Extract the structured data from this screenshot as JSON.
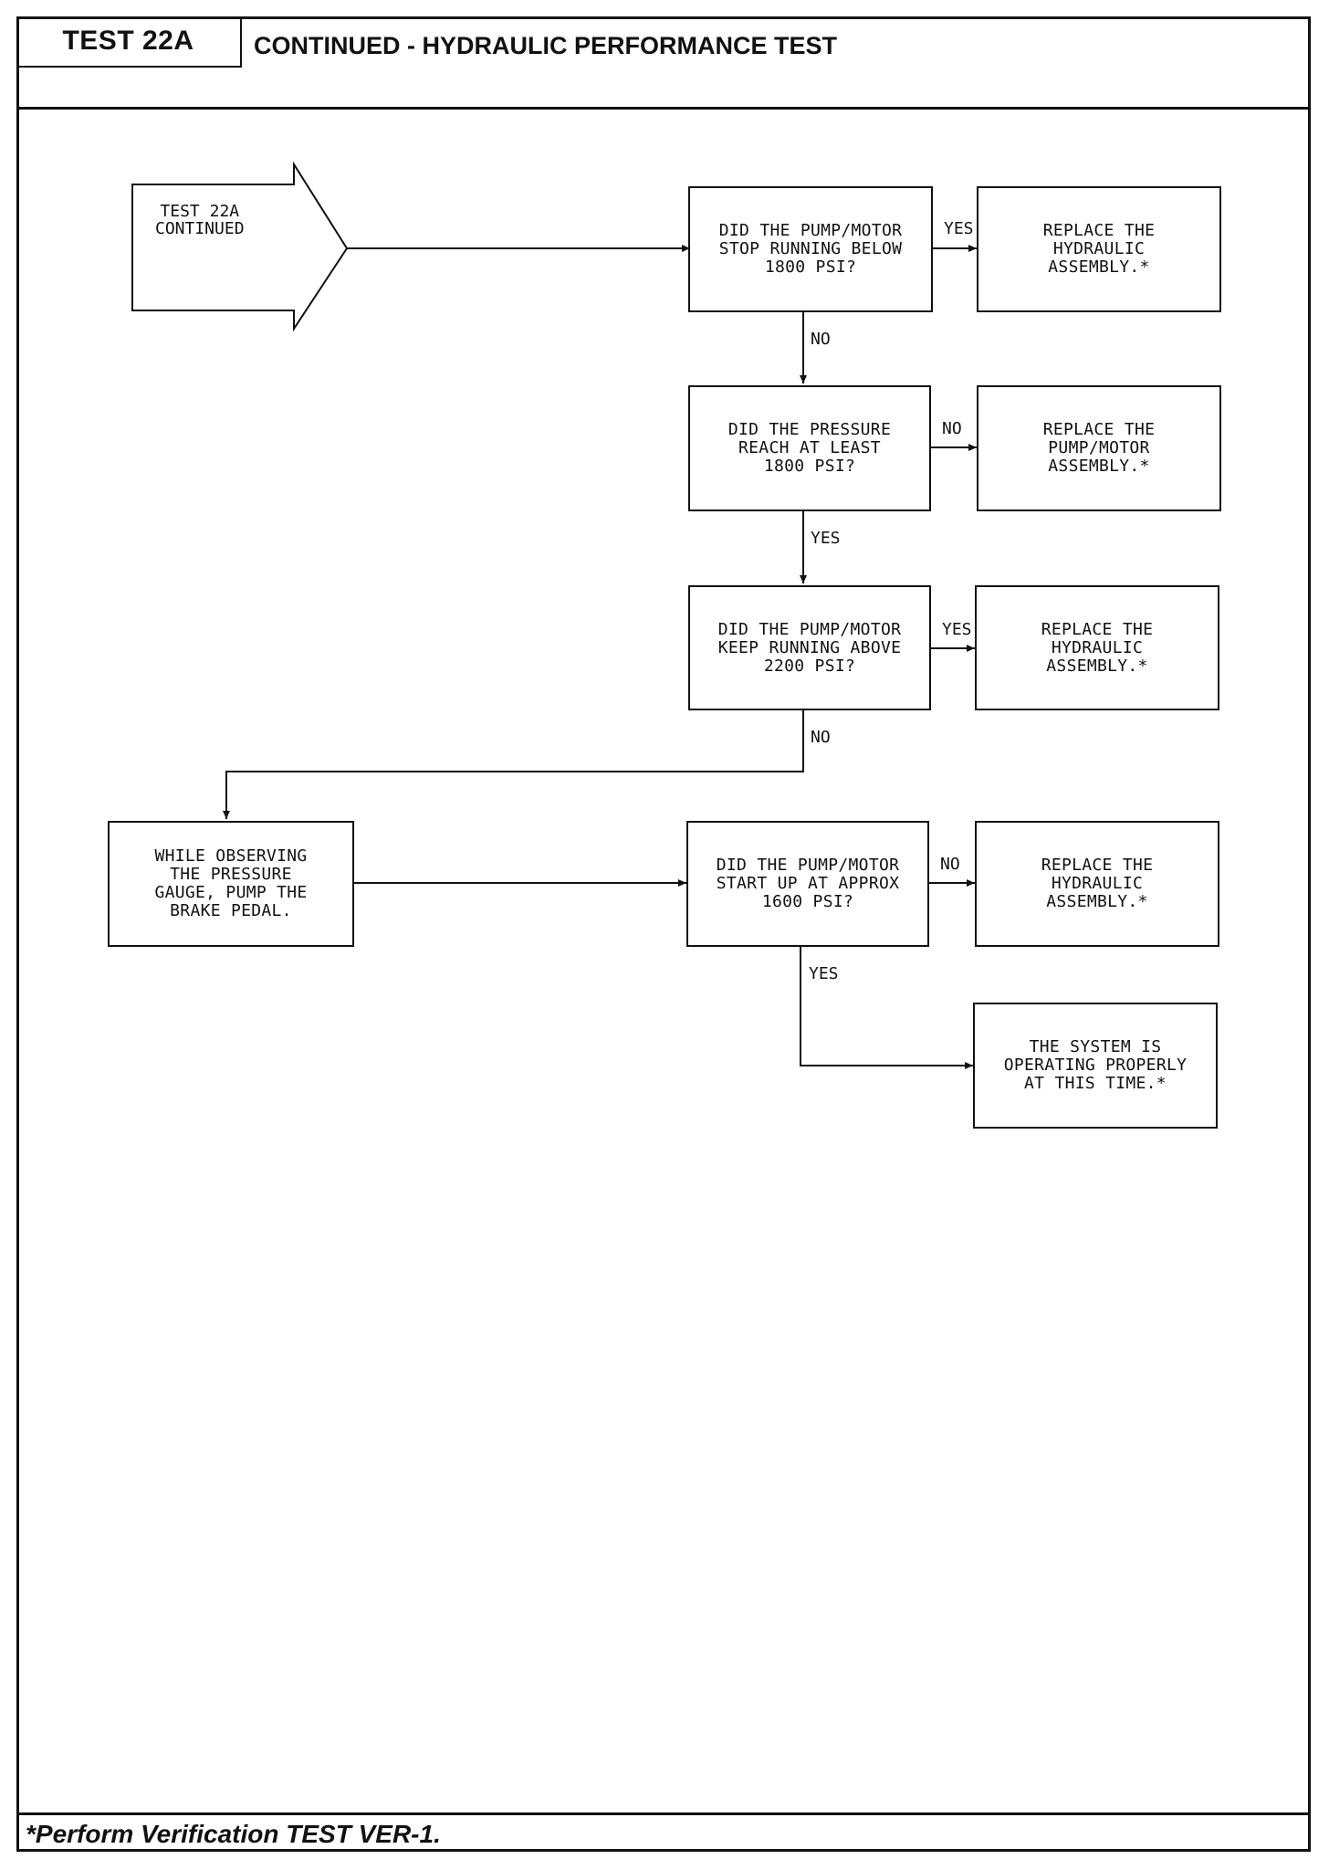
{
  "header": {
    "test_id": "TEST 22A",
    "title": "CONTINUED - HYDRAULIC PERFORMANCE TEST"
  },
  "start": {
    "label": "TEST 22A\nCONTINUED"
  },
  "boxes": {
    "q1": "DID THE PUMP/MOTOR\nSTOP RUNNING BELOW\n1800 PSI?",
    "r1": "REPLACE THE\nHYDRAULIC\nASSEMBLY.*",
    "q2": "DID THE PRESSURE\nREACH AT LEAST\n1800 PSI?",
    "r2": "REPLACE THE\nPUMP/MOTOR\nASSEMBLY.*",
    "q3": "DID THE PUMP/MOTOR\nKEEP RUNNING ABOVE\n2200 PSI?",
    "r3": "REPLACE THE\nHYDRAULIC\nASSEMBLY.*",
    "action": "WHILE OBSERVING\nTHE PRESSURE\nGAUGE, PUMP THE\nBRAKE PEDAL.",
    "q4": "DID THE PUMP/MOTOR\nSTART UP AT APPROX\n1600 PSI?",
    "r4": "REPLACE THE\nHYDRAULIC\nASSEMBLY.*",
    "r5": "THE SYSTEM IS\nOPERATING PROPERLY\nAT THIS TIME.*"
  },
  "labels": {
    "q1_yes": "YES",
    "q1_no": "NO",
    "q2_no": "NO",
    "q2_yes": "YES",
    "q3_yes": "YES",
    "q3_no": "NO",
    "q4_no": "NO",
    "q4_yes": "YES"
  },
  "footer": {
    "note": "*Perform Verification TEST VER-1."
  }
}
